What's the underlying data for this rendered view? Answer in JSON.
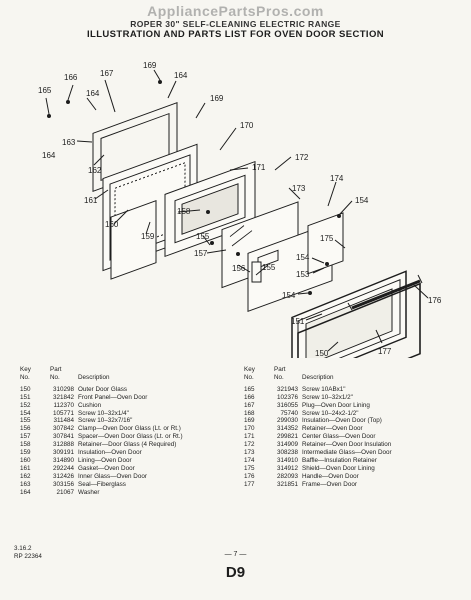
{
  "watermark": "AppliancePartsPros.com",
  "title_line1": "ROPER 30\" SELF-CLEANING ELECTRIC RANGE",
  "title_line2": "ILLUSTRATION AND PARTS LIST FOR OVEN DOOR SECTION",
  "callouts": [
    "165",
    "166",
    "167",
    "169",
    "164",
    "164",
    "164",
    "169",
    "163",
    "162",
    "170",
    "171",
    "172",
    "173",
    "174",
    "154",
    "161",
    "158",
    "160",
    "159",
    "155",
    "157",
    "156",
    "155",
    "175",
    "154",
    "153",
    "154",
    "176",
    "151",
    "150",
    "177"
  ],
  "table_headers": {
    "key": [
      "Key",
      "No."
    ],
    "part": [
      "Part",
      "No."
    ],
    "description": "Description"
  },
  "parts_left": [
    {
      "key": "150",
      "part": "310298",
      "desc": "Outer Door Glass"
    },
    {
      "key": "151",
      "part": "321842",
      "desc": "Front Panel—Oven Door"
    },
    {
      "key": "152",
      "part": "112370",
      "desc": "Cushion"
    },
    {
      "key": "154",
      "part": "105771",
      "desc": "Screw 10–32x1/4\""
    },
    {
      "key": "155",
      "part": "311484",
      "desc": "Screw 10–32x7/16\""
    },
    {
      "key": "156",
      "part": "307842",
      "desc": "Clamp—Oven Door Glass (Lt. or Rt.)"
    },
    {
      "key": "157",
      "part": "307841",
      "desc": "Spacer—Oven Door Glass (Lt. or Rt.)"
    },
    {
      "key": "158",
      "part": "312888",
      "desc": "Retainer—Door Glass (4 Required)"
    },
    {
      "key": "159",
      "part": "309191",
      "desc": "Insulation—Oven Door"
    },
    {
      "key": "160",
      "part": "314890",
      "desc": "Lining—Oven Door"
    },
    {
      "key": "161",
      "part": "292244",
      "desc": "Gasket—Oven Door"
    },
    {
      "key": "162",
      "part": "312426",
      "desc": "Inner Glass—Oven Door"
    },
    {
      "key": "163",
      "part": "303156",
      "desc": "Seal—Fiberglass"
    },
    {
      "key": "164",
      "part": "21067",
      "desc": "Washer"
    }
  ],
  "parts_right": [
    {
      "key": "165",
      "part": "321943",
      "desc": "Screw 10ABx1\""
    },
    {
      "key": "166",
      "part": "102376",
      "desc": "Screw 10–32x1/2\""
    },
    {
      "key": "167",
      "part": "316055",
      "desc": "Plug—Oven Door Lining"
    },
    {
      "key": "168",
      "part": "75740",
      "desc": "Screw 10–24x2-1/2\""
    },
    {
      "key": "169",
      "part": "299030",
      "desc": "Insulation—Oven Door (Top)"
    },
    {
      "key": "170",
      "part": "314352",
      "desc": "Retainer—Oven Door"
    },
    {
      "key": "171",
      "part": "299821",
      "desc": "Center Glass—Oven Door"
    },
    {
      "key": "172",
      "part": "314909",
      "desc": "Retainer—Oven Door Insulation"
    },
    {
      "key": "173",
      "part": "308238",
      "desc": "Intermediate Glass—Oven Door"
    },
    {
      "key": "174",
      "part": "314910",
      "desc": "Baffle—Insulation Retainer"
    },
    {
      "key": "175",
      "part": "314912",
      "desc": "Shield—Oven Door Lining"
    },
    {
      "key": "176",
      "part": "282093",
      "desc": "Handle—Oven Door"
    },
    {
      "key": "177",
      "part": "321851",
      "desc": "Frame—Oven Door"
    }
  ],
  "footer": {
    "code1": "3.16.2",
    "code2": "RP 22364",
    "page": "— 7 —",
    "section": "D9"
  }
}
